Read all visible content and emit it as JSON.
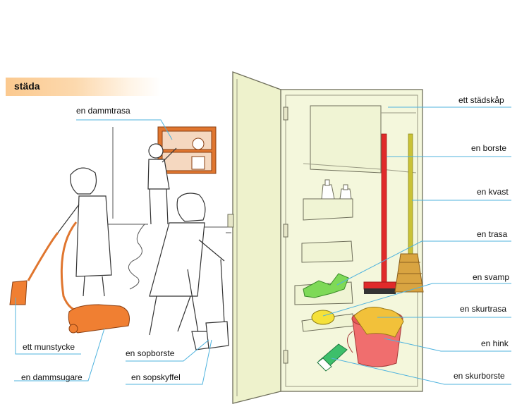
{
  "header": {
    "title": "städa",
    "accent_color": "#fbc98f"
  },
  "labels": {
    "dammtrasa": "en dammtrasa",
    "stadskap": "ett städskåp",
    "borste": "en borste",
    "kvast": "en kvast",
    "trasa": "en trasa",
    "svamp": "en svamp",
    "skurtrasa": "en skurtrasa",
    "hink": "en hink",
    "skurborste": "en skurborste",
    "munstycke": "ett munstycke",
    "dammsugare": "en dammsugare",
    "sopborste": "en sopborste",
    "sopskyffel": "en sopskyffel"
  },
  "colors": {
    "leader_line": "#4fb3de",
    "cabinet_fill": "#f4f7dc",
    "cabinet_stroke": "#6e6e5a",
    "vacuum": "#f07f32",
    "shelf": "#e0762f",
    "red_brush": "#e02a2a",
    "broom_handle": "#c9c236",
    "broom_head": "#d9a441",
    "rag": "#7ed957",
    "sponge": "#f5e13a",
    "bucket": "#f06e6e",
    "bucket_rag": "#f2c13a",
    "scrub_brush": "#3dbf6b"
  }
}
